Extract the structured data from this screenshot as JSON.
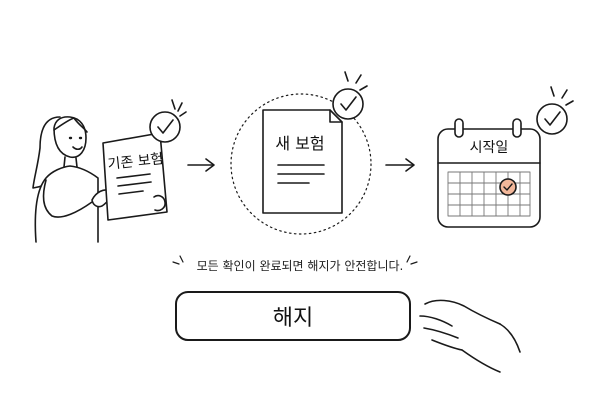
{
  "steps": {
    "old_policy_label": "기존 보험",
    "new_policy_label": "새 보험",
    "calendar_label": "시작일"
  },
  "notice": "모든 확인이 완료되면 해지가 안전합니다.",
  "cancel_button_label": "해지",
  "colors": {
    "line": "#1a1a1a",
    "calendar_highlight": "#f2b79a",
    "page_shade": "#f3f3f3"
  }
}
